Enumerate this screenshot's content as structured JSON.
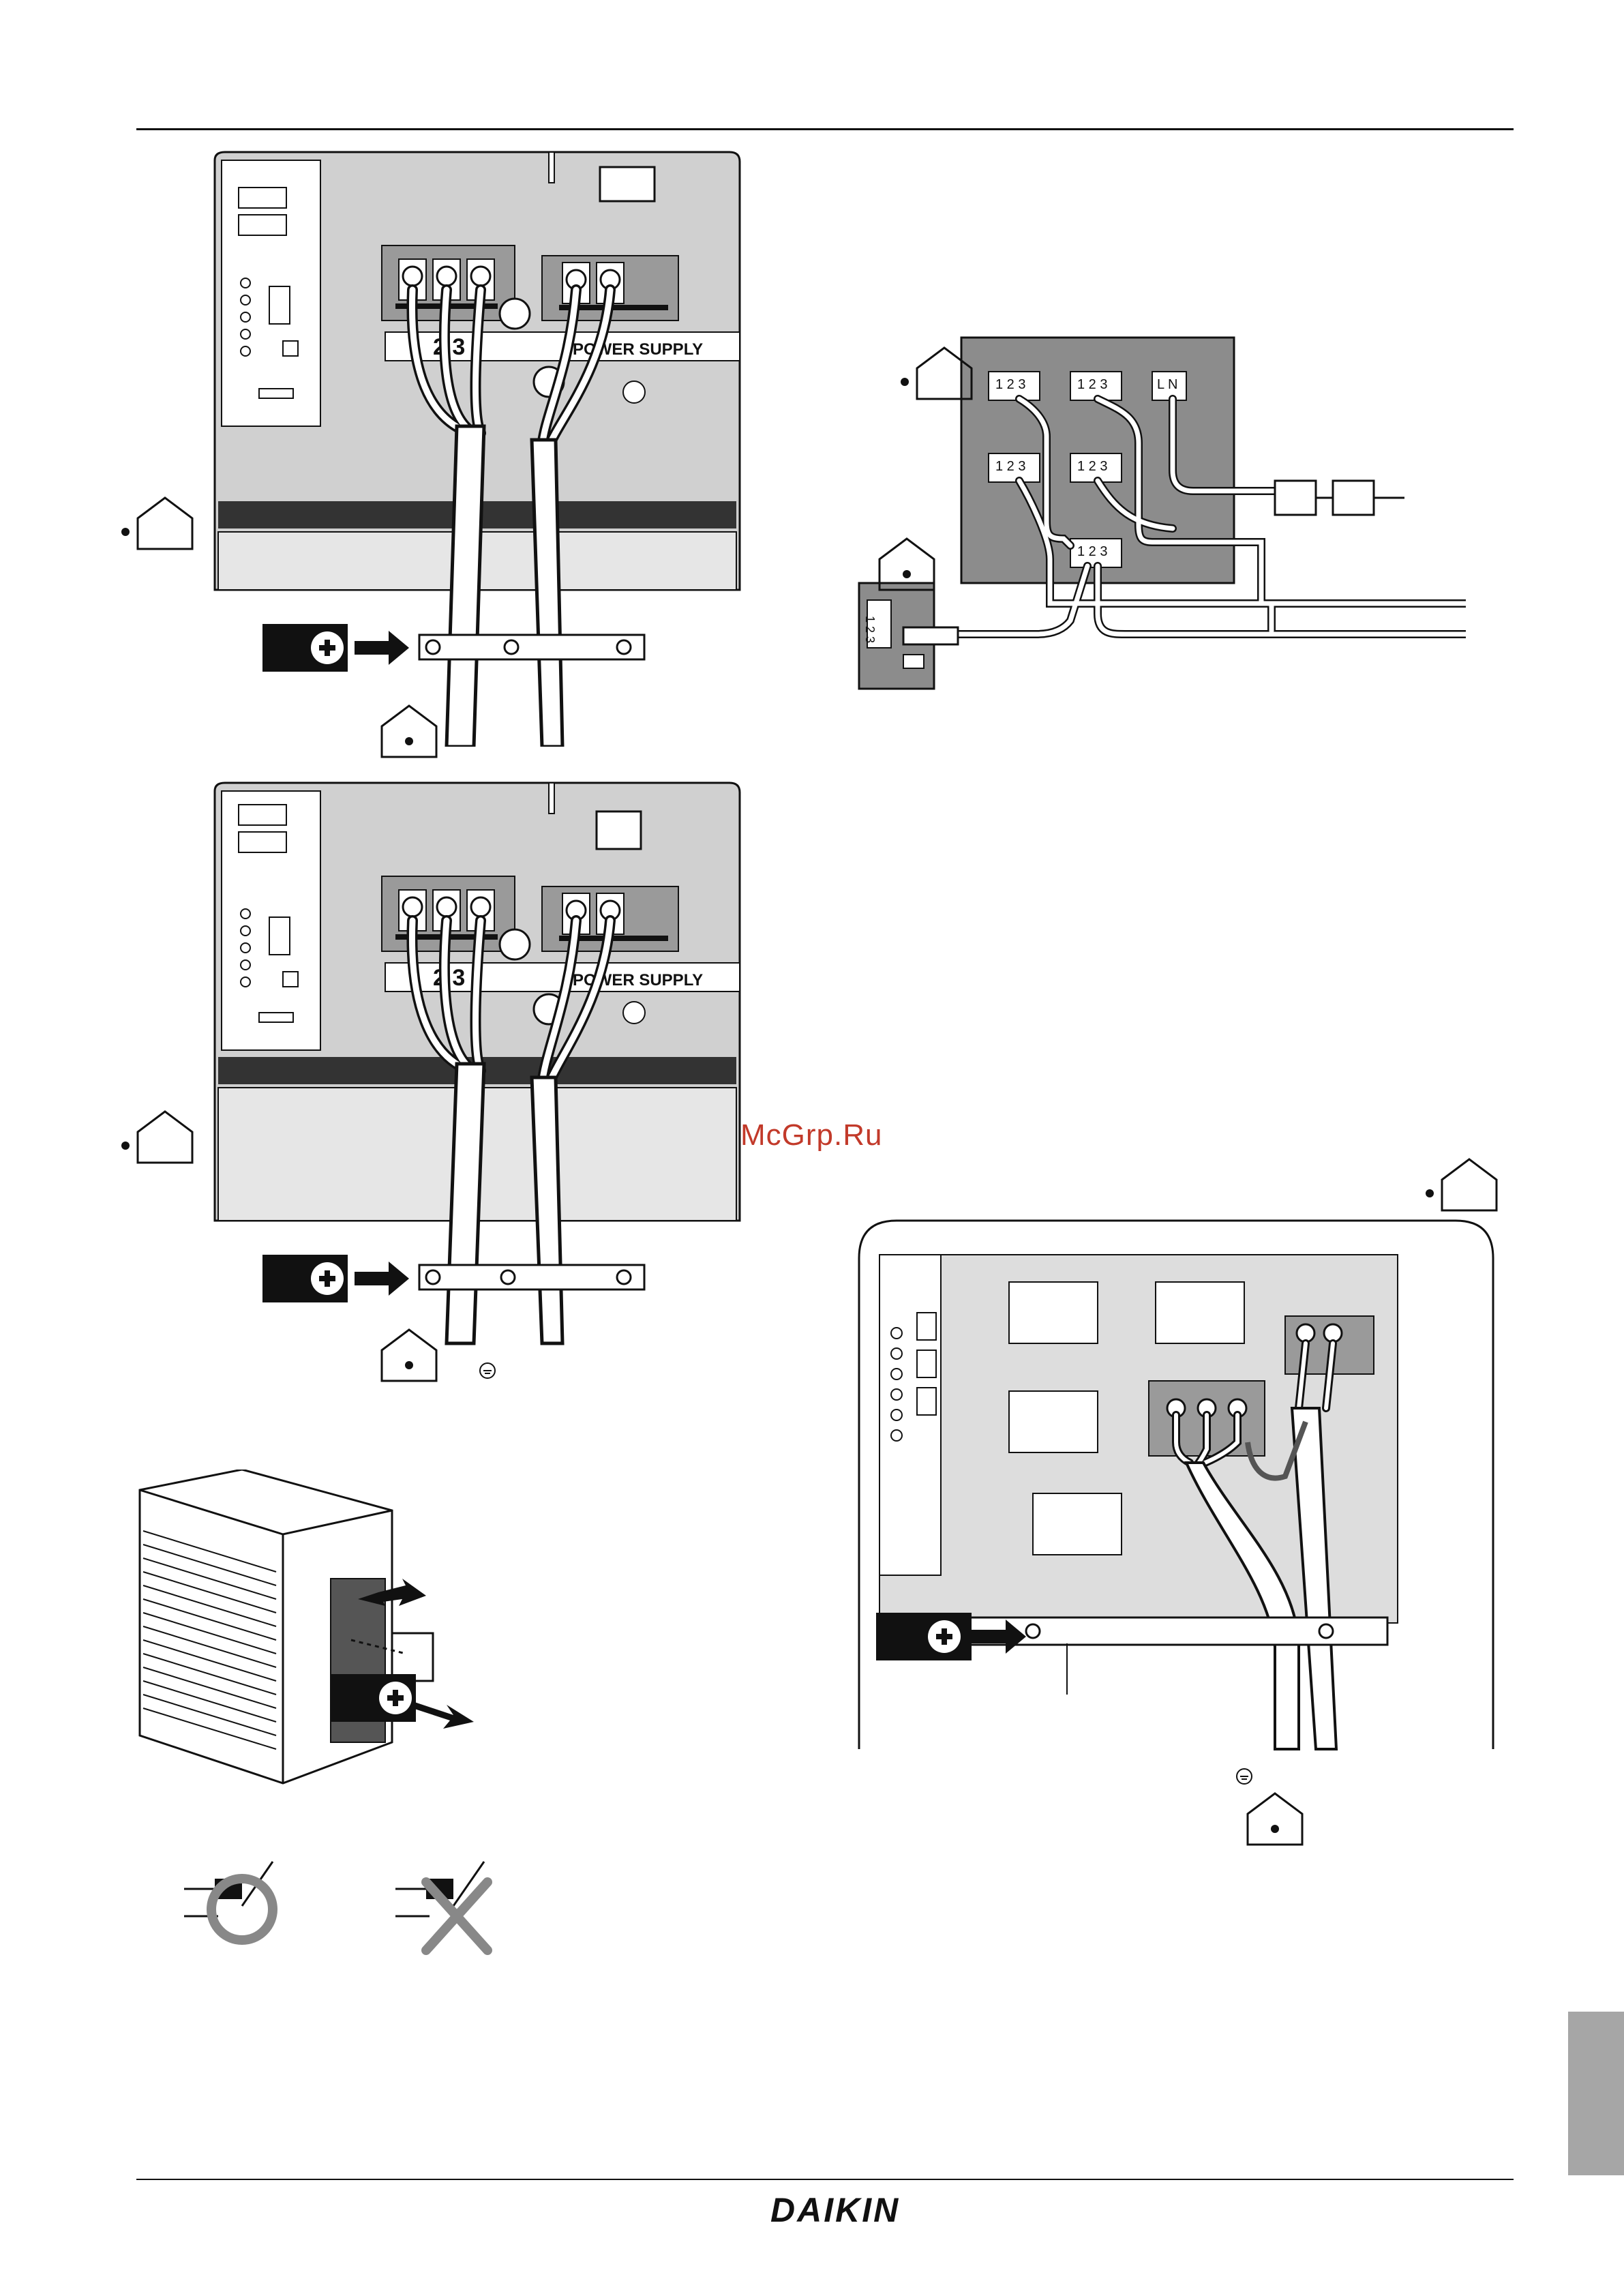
{
  "labels": {
    "terminal_numbers_1": "2 3",
    "power_supply_1": "POWER SUPPLY",
    "terminal_numbers_2": "2 3",
    "power_supply_2": "POWER SUPPLY",
    "block_123_a": "1 2 3",
    "block_123_b": "1 2 3",
    "block_ln": "L N",
    "block_123_c": "1 2 3",
    "block_123_d": "1 2 3",
    "block_123_e": "1 2 3",
    "indoor_123": "1 2 3"
  },
  "watermark": "McGrp.Ru",
  "brand": "DAIKIN",
  "icons": [
    "house-icon",
    "screw-icon",
    "arrow-right-icon",
    "ground-icon",
    "circle-ok-icon",
    "cross-ng-icon"
  ]
}
